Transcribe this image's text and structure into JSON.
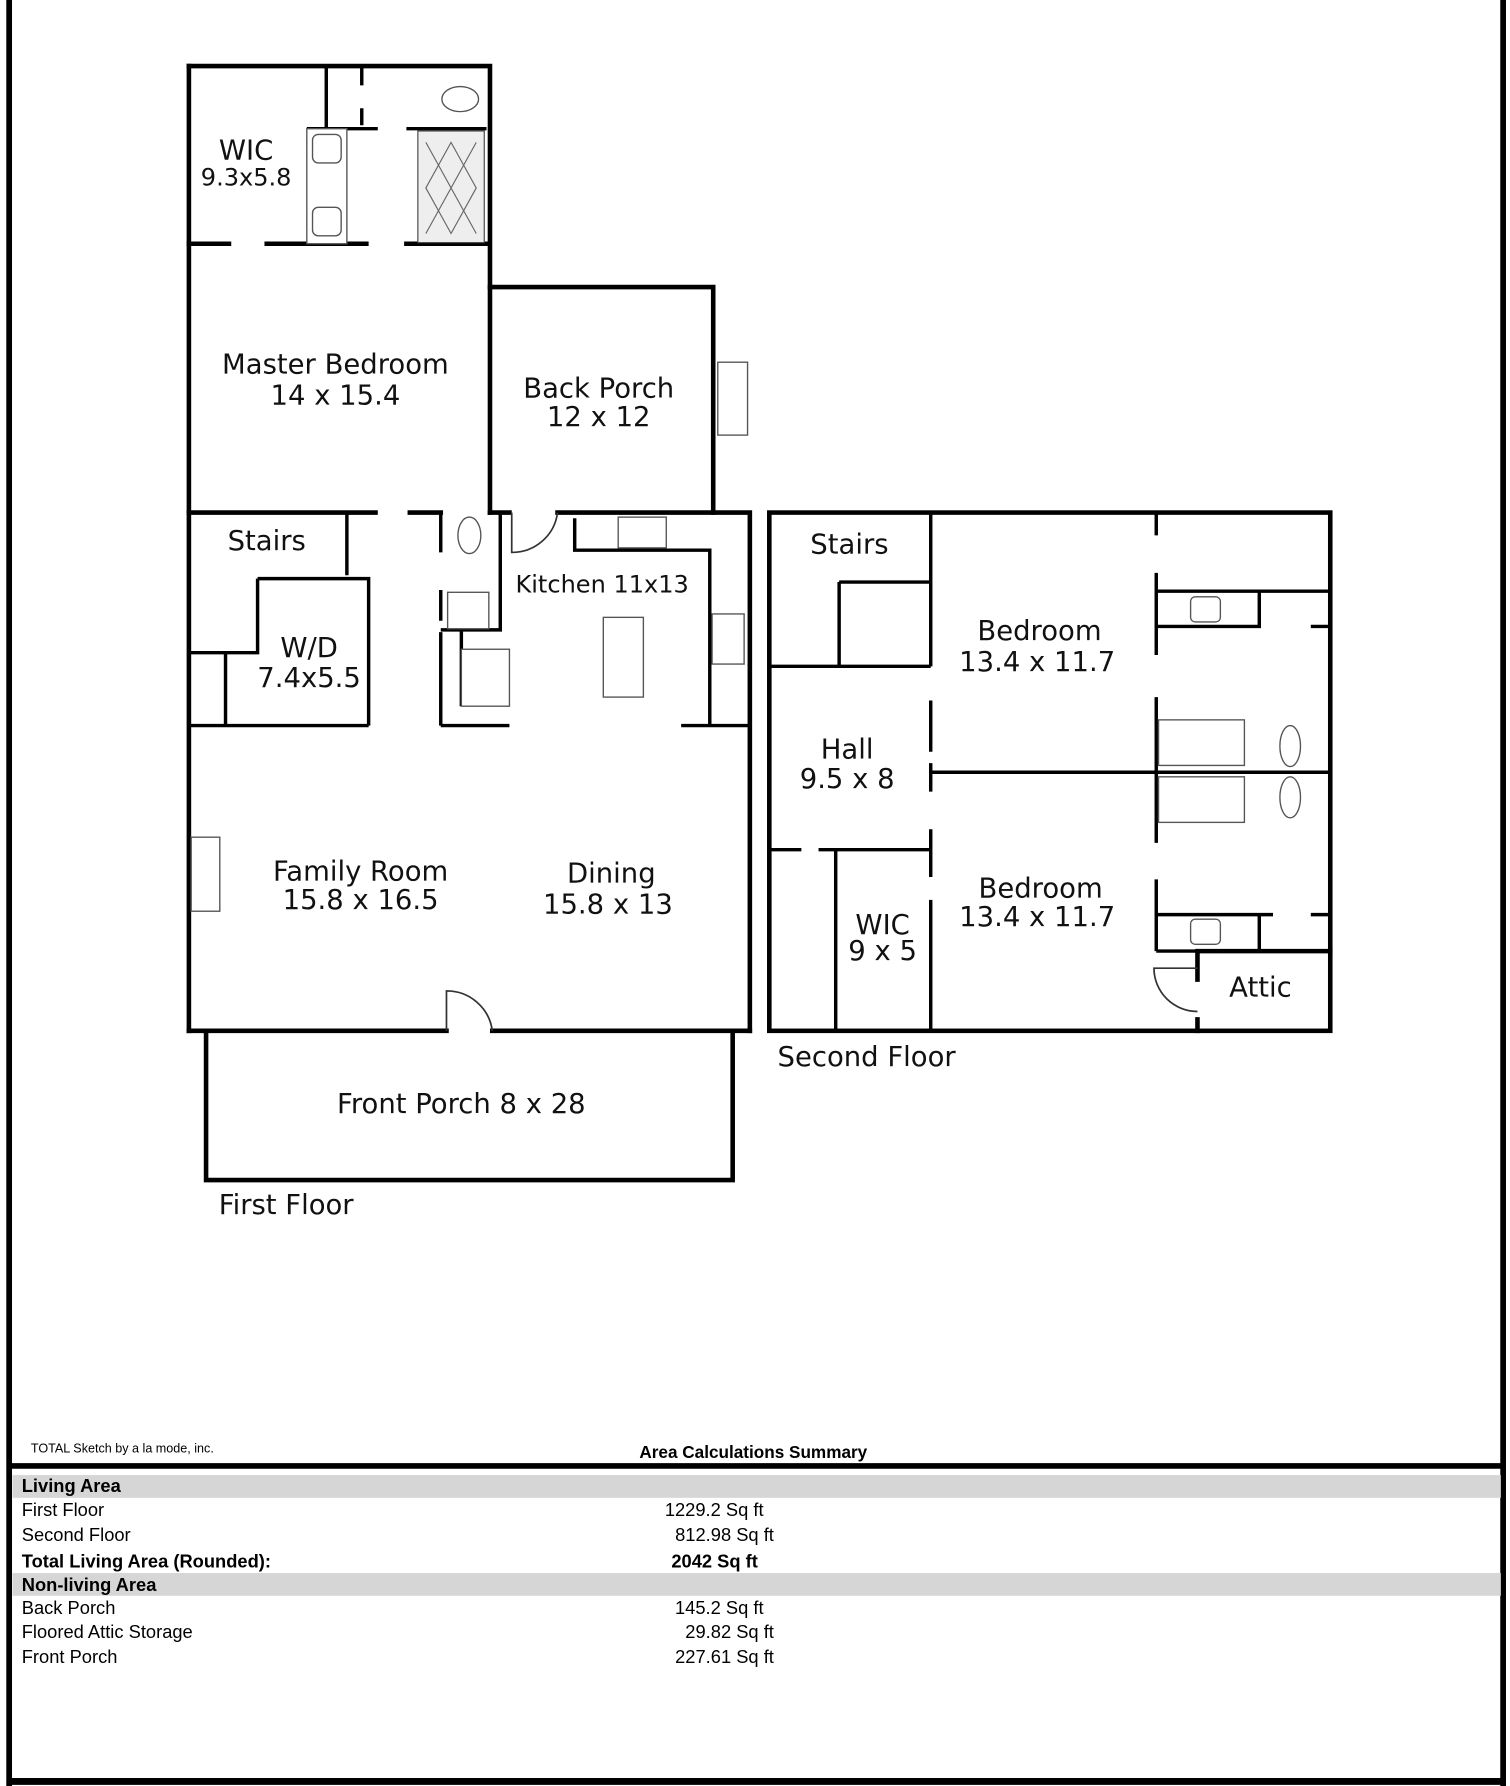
{
  "first_floor": {
    "label": "First Floor",
    "rooms": {
      "wic": {
        "name": "WIC",
        "size": "9.3x5.8"
      },
      "master": {
        "name": "Master Bedroom",
        "size": "14 x 15.4"
      },
      "back_porch": {
        "name": "Back Porch",
        "size": "12 x 12"
      },
      "stairs": {
        "name": "Stairs"
      },
      "wd": {
        "name": "W/D",
        "size": "7.4x5.5"
      },
      "kitchen": {
        "name": "Kitchen 11x13"
      },
      "family": {
        "name": "Family Room",
        "size": "15.8 x 16.5"
      },
      "dining": {
        "name": "Dining",
        "size": "15.8 x 13"
      },
      "front_porch": {
        "name": "Front Porch 8 x 28"
      }
    }
  },
  "second_floor": {
    "label": "Second Floor",
    "rooms": {
      "stairs": {
        "name": "Stairs"
      },
      "bedroom1": {
        "name": "Bedroom",
        "size": "13.4 x 11.7"
      },
      "hall": {
        "name": "Hall",
        "size": "9.5 x 8"
      },
      "wic": {
        "name": "WIC",
        "size": "9 x 5"
      },
      "bedroom2": {
        "name": "Bedroom",
        "size": "13.4 x 11.7"
      },
      "attic": {
        "name": "Attic"
      }
    }
  },
  "footer": {
    "credit": "TOTAL Sketch by a la mode, inc.",
    "title": "Area Calculations Summary"
  },
  "summary": {
    "living_header": "Living Area",
    "living": [
      {
        "label": "First Floor",
        "value": "1229.2 Sq ft"
      },
      {
        "label": "Second Floor",
        "value": "812.98 Sq ft"
      }
    ],
    "total_label": "Total Living Area (Rounded):",
    "total_value": "2042 Sq ft",
    "nonliving_header": "Non-living Area",
    "nonliving": [
      {
        "label": "Back Porch",
        "value": "145.2 Sq ft"
      },
      {
        "label": "Floored Attic Storage",
        "value": "29.82 Sq ft"
      },
      {
        "label": "Front Porch",
        "value": "227.61 Sq ft"
      }
    ]
  }
}
